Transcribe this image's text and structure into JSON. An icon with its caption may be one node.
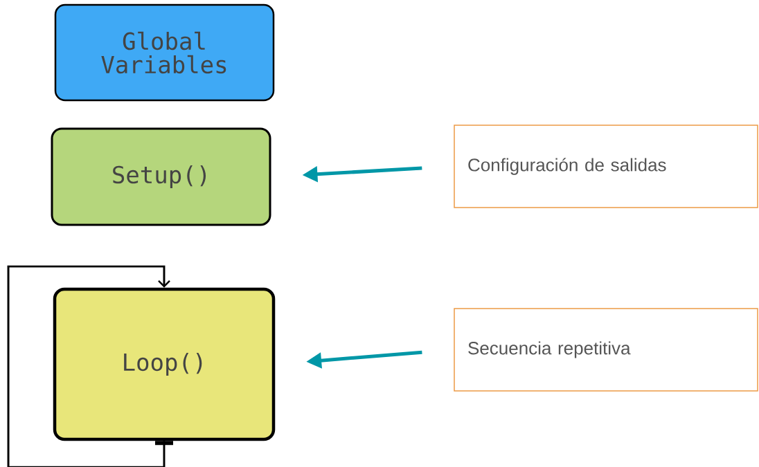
{
  "diagram": {
    "nodes": [
      {
        "text": [
          "Global Variables"
        ]
      },
      {
        "text": [
          "Setup()"
        ]
      },
      {
        "text": [
          "Configuración de salidas"
        ]
      },
      {
        "text": [
          "Loop()"
        ]
      },
      {
        "text": [
          "Secuencia repetitiva"
        ]
      }
    ],
    "edges": [
      {
        "from": 2,
        "to": 1,
        "arrow": "to"
      },
      {
        "from": 3,
        "to": 3,
        "arrow": "to",
        "color": "#000000"
      },
      {
        "from": 4,
        "to": 3,
        "arrow": "to"
      }
    ]
  }
}
